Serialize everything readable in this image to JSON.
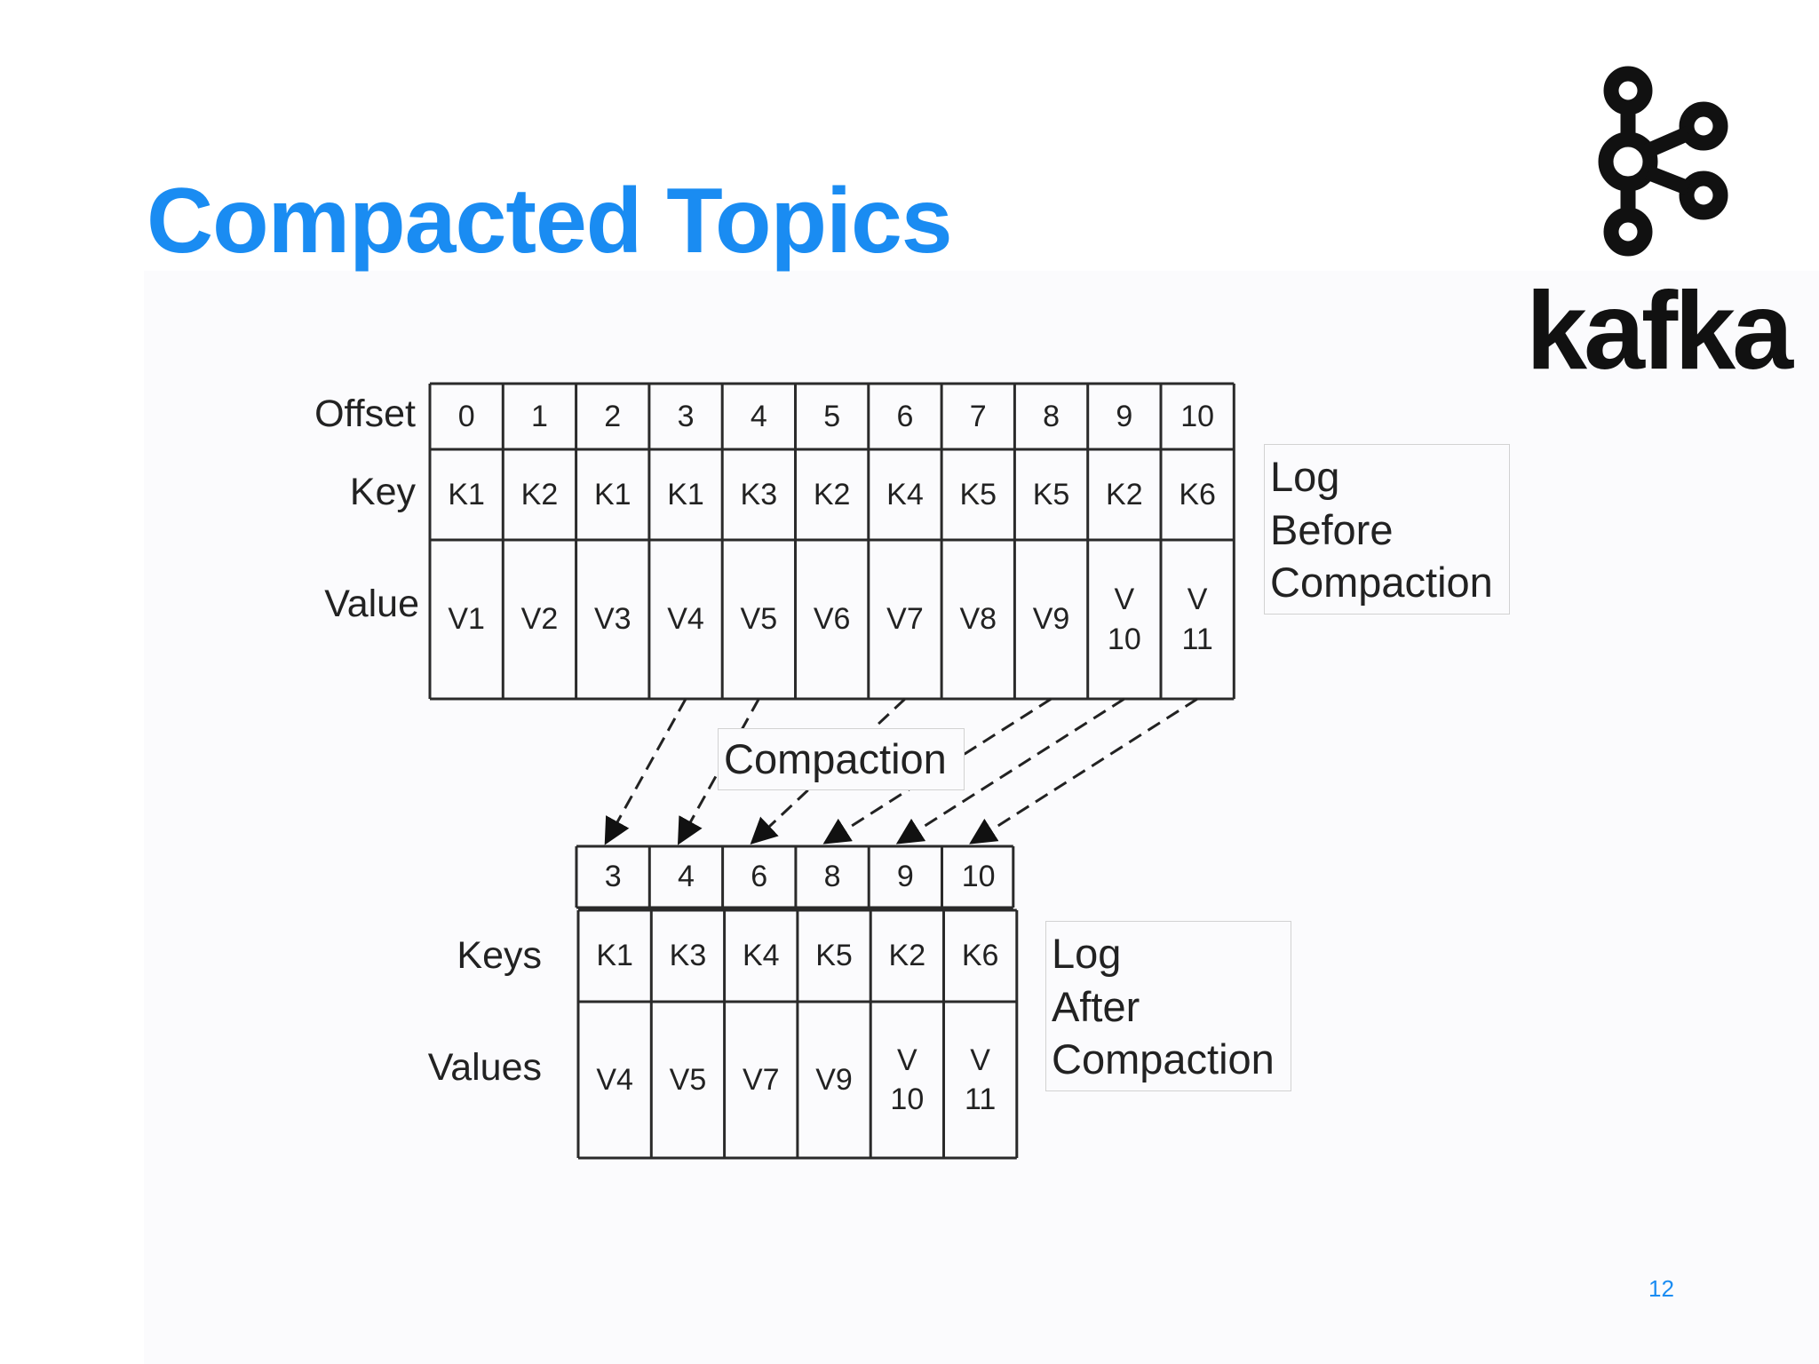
{
  "slide": {
    "title": "Compacted Topics",
    "page_number": "12",
    "accent_color": "#1a8cf2"
  },
  "logo": {
    "wordmark": "kafka",
    "icon": "kafka-logo-icon"
  },
  "before_table": {
    "row_labels": {
      "offset": "Offset",
      "key": "Key",
      "value": "Value"
    },
    "offsets": [
      "0",
      "1",
      "2",
      "3",
      "4",
      "5",
      "6",
      "7",
      "8",
      "9",
      "10"
    ],
    "keys": [
      "K1",
      "K2",
      "K1",
      "K1",
      "K3",
      "K2",
      "K4",
      "K5",
      "K5",
      "K2",
      "K6"
    ],
    "values": [
      "V1",
      "V2",
      "V3",
      "V4",
      "V5",
      "V6",
      "V7",
      "V8",
      "V9",
      "V\n10",
      "V\n11"
    ],
    "caption_lines": [
      "Log",
      "Before",
      "Compaction"
    ]
  },
  "compaction_label": "Compaction",
  "after_table": {
    "row_labels": {
      "keys": "Keys",
      "values": "Values"
    },
    "offsets": [
      "3",
      "4",
      "6",
      "8",
      "9",
      "10"
    ],
    "keys": [
      "K1",
      "K3",
      "K4",
      "K5",
      "K2",
      "K6"
    ],
    "values": [
      "V4",
      "V5",
      "V7",
      "V9",
      "V\n10",
      "V\n11"
    ],
    "caption_lines": [
      "Log",
      "After",
      "Compaction"
    ]
  },
  "mapping": [
    {
      "from_offset": "3",
      "to_offset": "3"
    },
    {
      "from_offset": "4",
      "to_offset": "4"
    },
    {
      "from_offset": "6",
      "to_offset": "6"
    },
    {
      "from_offset": "8",
      "to_offset": "8"
    },
    {
      "from_offset": "9",
      "to_offset": "9"
    },
    {
      "from_offset": "10",
      "to_offset": "10"
    }
  ]
}
